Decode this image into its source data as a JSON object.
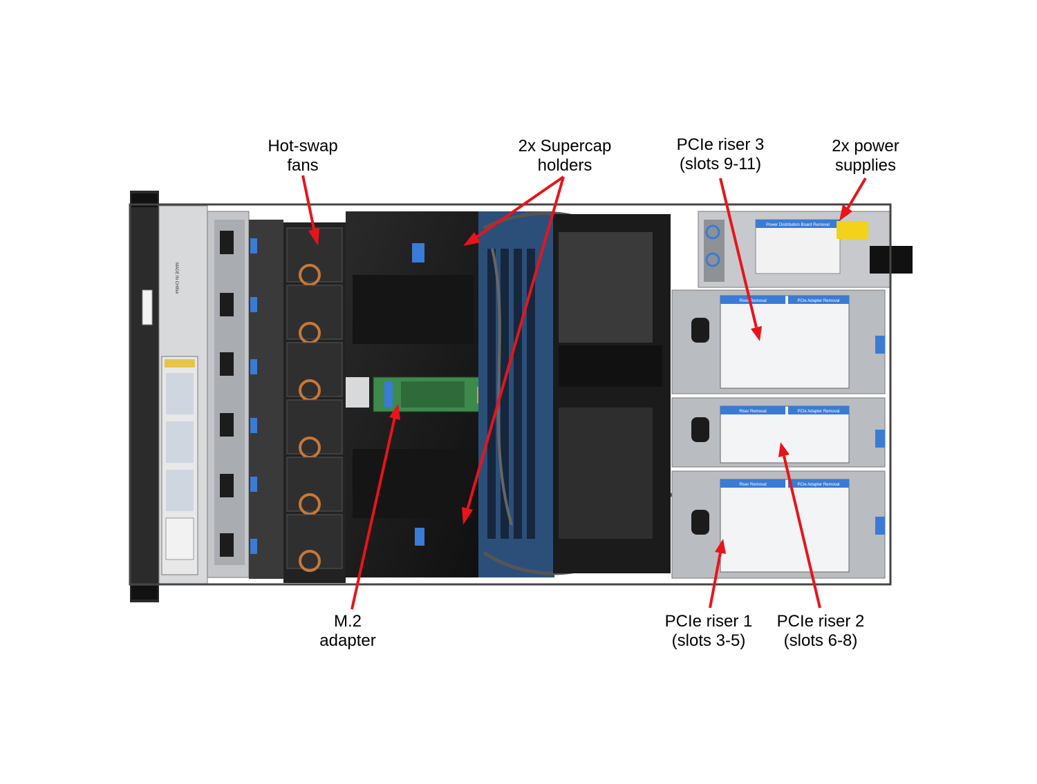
{
  "photo": {
    "bezel_label": "MADE IN CHINA",
    "pdb_label": "Power Distribution Board Removal",
    "riser_removal": "Riser Removal",
    "pcie_adapter_removal": "PCIe Adapter Removal"
  },
  "callouts": {
    "hot_swap_fans": {
      "line1": "Hot-swap",
      "line2": "fans"
    },
    "supercap": {
      "line1": "2x Supercap",
      "line2": "holders"
    },
    "riser3": {
      "line1": "PCIe riser 3",
      "line2": "(slots 9-11)"
    },
    "power": {
      "line1": "2x power",
      "line2": "supplies"
    },
    "m2": {
      "line1": "M.2",
      "line2": "adapter"
    },
    "riser1": {
      "line1": "PCIe riser 1",
      "line2": "(slots 3-5)"
    },
    "riser2": {
      "line1": "PCIe riser 2",
      "line2": "(slots 6-8)"
    }
  },
  "colors": {
    "arrow": "#e8141a",
    "chassis": "#2b2b2b",
    "metal": "#c7c9cc",
    "duct": "#1c1c1c",
    "board": "#2c4f7a",
    "pcb": "#3e8a4c",
    "label_blue": "#3a7bd5"
  }
}
